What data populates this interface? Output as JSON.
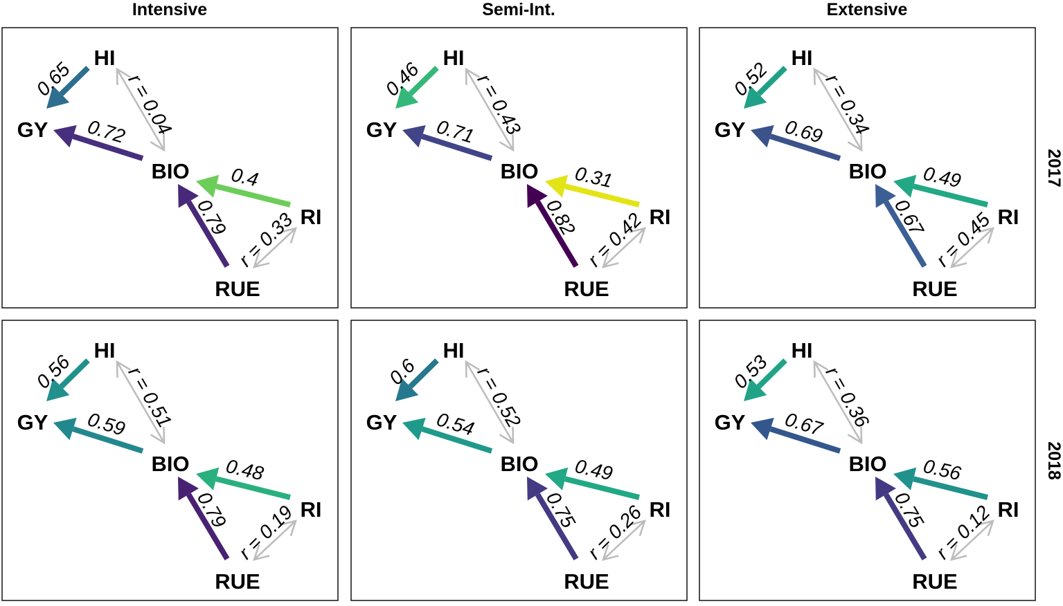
{
  "columns": [
    "Intensive",
    "Semi-Int.",
    "Extensive"
  ],
  "rows": [
    "2017",
    "2018"
  ],
  "nodes": [
    "HI",
    "GY",
    "BIO",
    "RI",
    "RUE"
  ],
  "colors": {
    "correlation": "#bdbdbd",
    "palette": "viridis"
  },
  "panels": [
    {
      "column": "Intensive",
      "row": "2017",
      "paths": [
        {
          "from": "HI",
          "to": "GY",
          "label": "0.65",
          "color": "#2e6e8e"
        },
        {
          "from": "BIO",
          "to": "GY",
          "label": "0.72",
          "color": "#472f7d"
        },
        {
          "from": "RI",
          "to": "BIO",
          "label": "0.4",
          "color": "#6ccd5a"
        },
        {
          "from": "RUE",
          "to": "BIO",
          "label": "0.79",
          "color": "#482878"
        }
      ],
      "correlations": [
        {
          "between": [
            "HI",
            "BIO"
          ],
          "label": "r = 0.04"
        },
        {
          "between": [
            "RI",
            "RUE"
          ],
          "label": "r = 0.33"
        }
      ]
    },
    {
      "column": "Semi-Int.",
      "row": "2017",
      "paths": [
        {
          "from": "HI",
          "to": "GY",
          "label": "0.46",
          "color": "#35b779"
        },
        {
          "from": "BIO",
          "to": "GY",
          "label": "0.71",
          "color": "#414487"
        },
        {
          "from": "RI",
          "to": "BIO",
          "label": "0.31",
          "color": "#e3e418"
        },
        {
          "from": "RUE",
          "to": "BIO",
          "label": "0.82",
          "color": "#440154"
        }
      ],
      "correlations": [
        {
          "between": [
            "HI",
            "BIO"
          ],
          "label": "r = 0.43"
        },
        {
          "between": [
            "RI",
            "RUE"
          ],
          "label": "r = 0.42"
        }
      ]
    },
    {
      "column": "Extensive",
      "row": "2017",
      "paths": [
        {
          "from": "HI",
          "to": "GY",
          "label": "0.52",
          "color": "#1fa187"
        },
        {
          "from": "BIO",
          "to": "GY",
          "label": "0.69",
          "color": "#3b528b"
        },
        {
          "from": "RI",
          "to": "BIO",
          "label": "0.49",
          "color": "#22a884"
        },
        {
          "from": "RUE",
          "to": "BIO",
          "label": "0.67",
          "color": "#3b5f94"
        }
      ],
      "correlations": [
        {
          "between": [
            "HI",
            "BIO"
          ],
          "label": "r = 0.34"
        },
        {
          "between": [
            "RI",
            "RUE"
          ],
          "label": "r = 0.45"
        }
      ]
    },
    {
      "column": "Intensive",
      "row": "2018",
      "paths": [
        {
          "from": "HI",
          "to": "GY",
          "label": "0.56",
          "color": "#21918c"
        },
        {
          "from": "BIO",
          "to": "GY",
          "label": "0.59",
          "color": "#23888e"
        },
        {
          "from": "RI",
          "to": "BIO",
          "label": "0.48",
          "color": "#2ab07f"
        },
        {
          "from": "RUE",
          "to": "BIO",
          "label": "0.79",
          "color": "#482173"
        }
      ],
      "correlations": [
        {
          "between": [
            "HI",
            "BIO"
          ],
          "label": "r = 0.51"
        },
        {
          "between": [
            "RI",
            "RUE"
          ],
          "label": "r = 0.19"
        }
      ]
    },
    {
      "column": "Semi-Int.",
      "row": "2018",
      "paths": [
        {
          "from": "HI",
          "to": "GY",
          "label": "0.6",
          "color": "#26788e"
        },
        {
          "from": "BIO",
          "to": "GY",
          "label": "0.54",
          "color": "#1f9a8a"
        },
        {
          "from": "RI",
          "to": "BIO",
          "label": "0.49",
          "color": "#22a884"
        },
        {
          "from": "RUE",
          "to": "BIO",
          "label": "0.75",
          "color": "#443a83"
        }
      ],
      "correlations": [
        {
          "between": [
            "HI",
            "BIO"
          ],
          "label": "r = 0.52"
        },
        {
          "between": [
            "RI",
            "RUE"
          ],
          "label": "r = 0.26"
        }
      ]
    },
    {
      "column": "Extensive",
      "row": "2018",
      "paths": [
        {
          "from": "HI",
          "to": "GY",
          "label": "0.53",
          "color": "#20a386"
        },
        {
          "from": "BIO",
          "to": "GY",
          "label": "0.67",
          "color": "#33578c"
        },
        {
          "from": "RI",
          "to": "BIO",
          "label": "0.56",
          "color": "#21918c"
        },
        {
          "from": "RUE",
          "to": "BIO",
          "label": "0.75",
          "color": "#443a83"
        }
      ],
      "correlations": [
        {
          "between": [
            "HI",
            "BIO"
          ],
          "label": "r = 0.36"
        },
        {
          "between": [
            "RI",
            "RUE"
          ],
          "label": "r = 0.12"
        }
      ]
    }
  ]
}
